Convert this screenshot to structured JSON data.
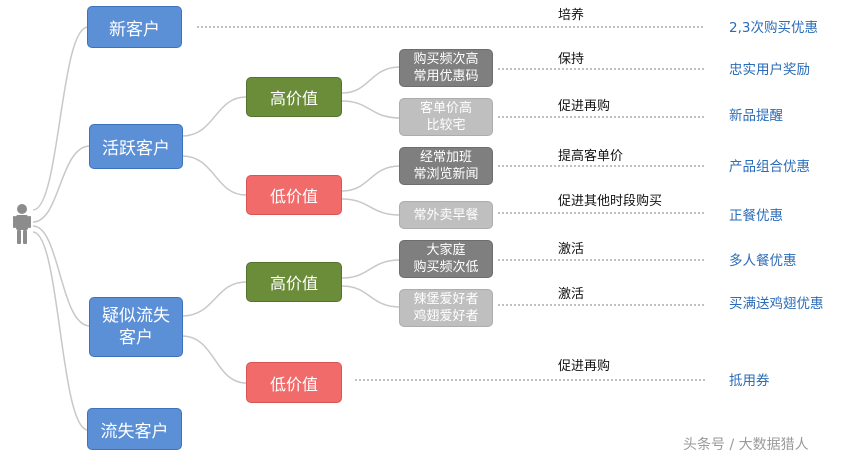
{
  "customers": {
    "new": "新客户",
    "active": "活跃客户",
    "suspected_churn": "疑似流失\n客户",
    "churned": "流失客户"
  },
  "value_levels": {
    "active_high": "高价值",
    "active_low": "低价值",
    "churn_high": "高价值",
    "churn_low": "低价值"
  },
  "segments": {
    "s1": "购买频次高\n常用优惠码",
    "s2": "客单价高\n比较宅",
    "s3": "经常加班\n常浏览新闻",
    "s4": "常外卖早餐",
    "s5": "大家庭\n购买频次低",
    "s6": "辣堡爱好者\n鸡翅爱好者"
  },
  "actions": {
    "a_new": "培养",
    "a1": "保持",
    "a2": "促进再购",
    "a3": "提高客单价",
    "a4": "促进其他时段购买",
    "a5": "激活",
    "a6": "激活",
    "a_churn_low": "促进再购"
  },
  "results": {
    "r_new": "2,3次购买优惠",
    "r1": "忠实用户奖励",
    "r2": "新品提醒",
    "r3": "产品组合优惠",
    "r4": "正餐优惠",
    "r5": "多人餐优惠",
    "r6": "买满送鸡翅优惠",
    "r_churn_low": "抵用券"
  },
  "watermark": "头条号 / 大数据猎人",
  "colors": {
    "customer": "#5b8fd6",
    "high_value": "#6b8d3a",
    "low_value": "#f16b6b",
    "segment_dark": "#7f7f7f",
    "segment_light": "#bfbfbf",
    "result_text": "#2b6cb8",
    "connector": "#c8c8c8",
    "dotted_line": "#9a9a9a"
  },
  "icons": {
    "root": "person-icon"
  }
}
